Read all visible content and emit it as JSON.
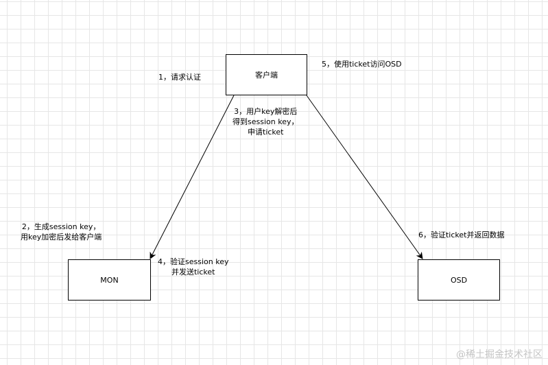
{
  "nodes": {
    "client": "客户端",
    "mon": "MON",
    "osd": "OSD"
  },
  "labels": {
    "step1": "1，请求认证",
    "step2": [
      "2，生成session key，",
      "用key加密后发给客户端"
    ],
    "step3": [
      "3，用户key解密后",
      "得到session key，",
      "申请ticket"
    ],
    "step4": [
      "4，验证session key",
      "并发送ticket"
    ],
    "step5": "5，使用ticket访问OSD",
    "step6": "6，验证ticket并返回数据"
  },
  "watermark": "@稀土掘金技术社区"
}
